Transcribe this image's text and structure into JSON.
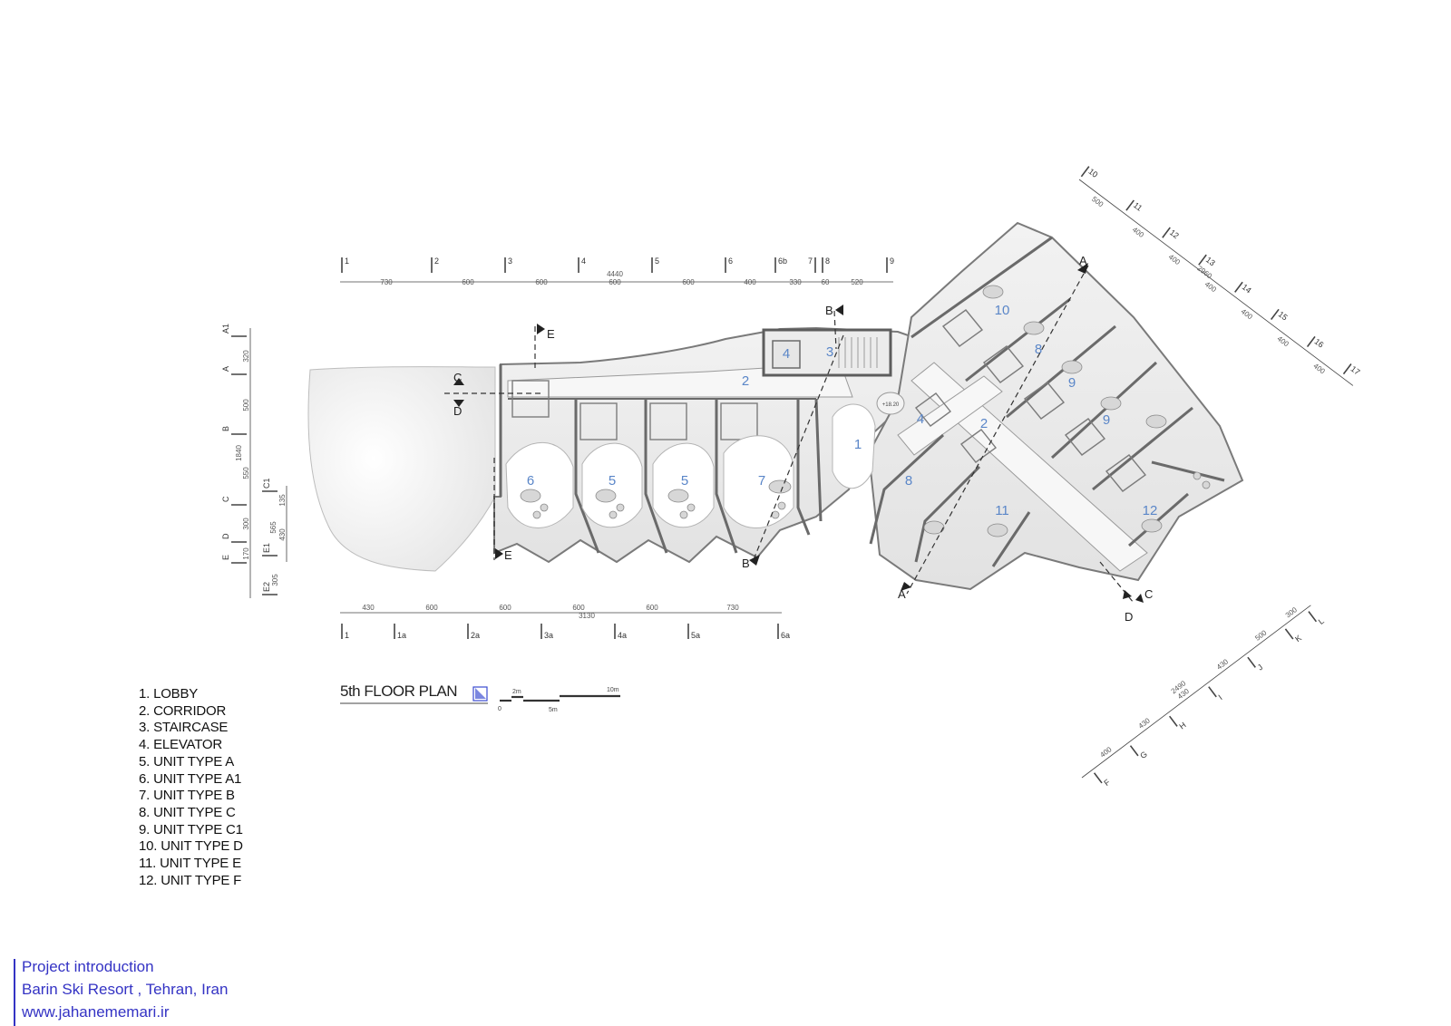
{
  "drawing": {
    "title": "5th FLOOR PLAN",
    "scale_labels": [
      "0",
      "2m",
      "5m",
      "10m"
    ]
  },
  "legend": [
    "1. LOBBY",
    "2. CORRIDOR",
    "3. STAIRCASE",
    "4. ELEVATOR",
    "5. UNIT TYPE A",
    "6. UNIT TYPE A1",
    "7. UNIT TYPE B",
    "8. UNIT TYPE C",
    "9. UNIT TYPE C1",
    "10. UNIT TYPE D",
    "11. UNIT TYPE E",
    "12. UNIT TYPE F"
  ],
  "room_numbers": [
    "1",
    "2",
    "3",
    "4",
    "5",
    "5",
    "6",
    "7",
    "8",
    "8",
    "9",
    "9",
    "10",
    "11",
    "12",
    "2",
    "4"
  ],
  "level_tag": "+18.20",
  "section_marks": [
    "A",
    "A",
    "B",
    "B",
    "C",
    "C",
    "D",
    "D",
    "E",
    "E"
  ],
  "top_axes": [
    "1",
    "2",
    "3",
    "4",
    "5",
    "6",
    "6b",
    "7",
    "8",
    "9"
  ],
  "top_dims": [
    "730",
    "600",
    "600",
    "600",
    "600",
    "400",
    "330",
    "60",
    "520"
  ],
  "top_total": "4440",
  "bottom_axes": [
    "1",
    "1a",
    "2a",
    "3a",
    "4a",
    "5a",
    "6a"
  ],
  "bottom_dims": [
    "430",
    "600",
    "600",
    "600",
    "600",
    "730"
  ],
  "bottom_total": "3130",
  "left_axes": [
    "A1",
    "A",
    "B",
    "C",
    "D",
    "E",
    "E2"
  ],
  "left_dims": [
    "320",
    "500",
    "550",
    "300",
    "170",
    "305"
  ],
  "left_total": "1840",
  "left_sub_axes": [
    "C1",
    "E1"
  ],
  "left_sub_dims": [
    "135",
    "565",
    "430"
  ],
  "right_top_axes": [
    "10",
    "11",
    "12",
    "13",
    "14",
    "15",
    "16",
    "17"
  ],
  "right_top_dims": [
    "500",
    "400",
    "400",
    "400",
    "400",
    "400",
    "400"
  ],
  "right_top_total": "2960",
  "right_bottom_axes": [
    "F",
    "G",
    "H",
    "I",
    "J",
    "K",
    "L"
  ],
  "right_bottom_dims": [
    "400",
    "430",
    "430",
    "430",
    "500",
    "300"
  ],
  "right_bottom_total": "2490",
  "footer": {
    "line1": "Project introduction",
    "line2": "Barin Ski Resort , Tehran, Iran",
    "line3": "www.jahanememari.ir"
  },
  "colors": {
    "room_numbers": "#5a86c8",
    "footer": "#3433c4",
    "walls": "#6a6a6a"
  }
}
